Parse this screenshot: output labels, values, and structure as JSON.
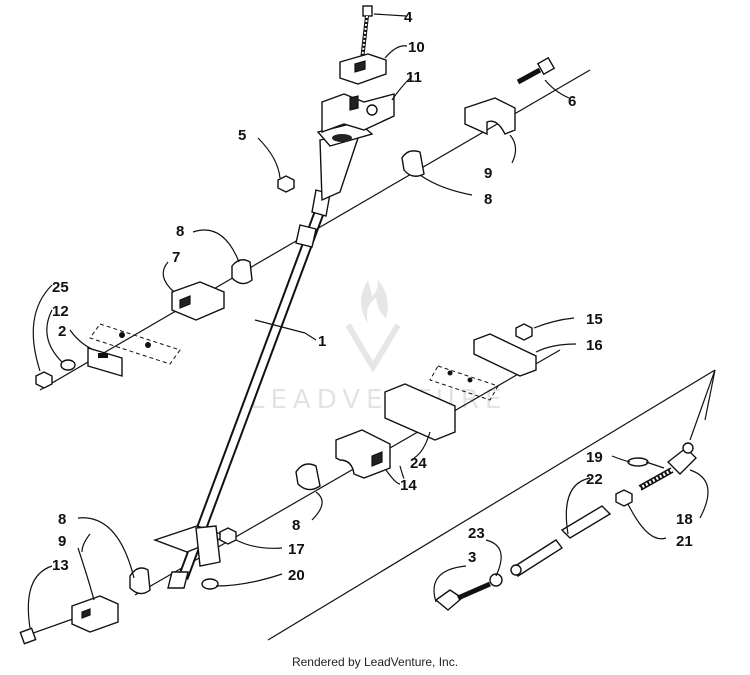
{
  "diagram": {
    "callouts": [
      "1",
      "2",
      "3",
      "4",
      "5",
      "6",
      "7",
      "8",
      "9",
      "10",
      "11",
      "12",
      "13",
      "14",
      "15",
      "16",
      "17",
      "18",
      "19",
      "20",
      "21",
      "22",
      "23",
      "24",
      "25"
    ],
    "watermark": "LEADVENTURE",
    "footer": "Rendered by LeadVenture, Inc."
  }
}
